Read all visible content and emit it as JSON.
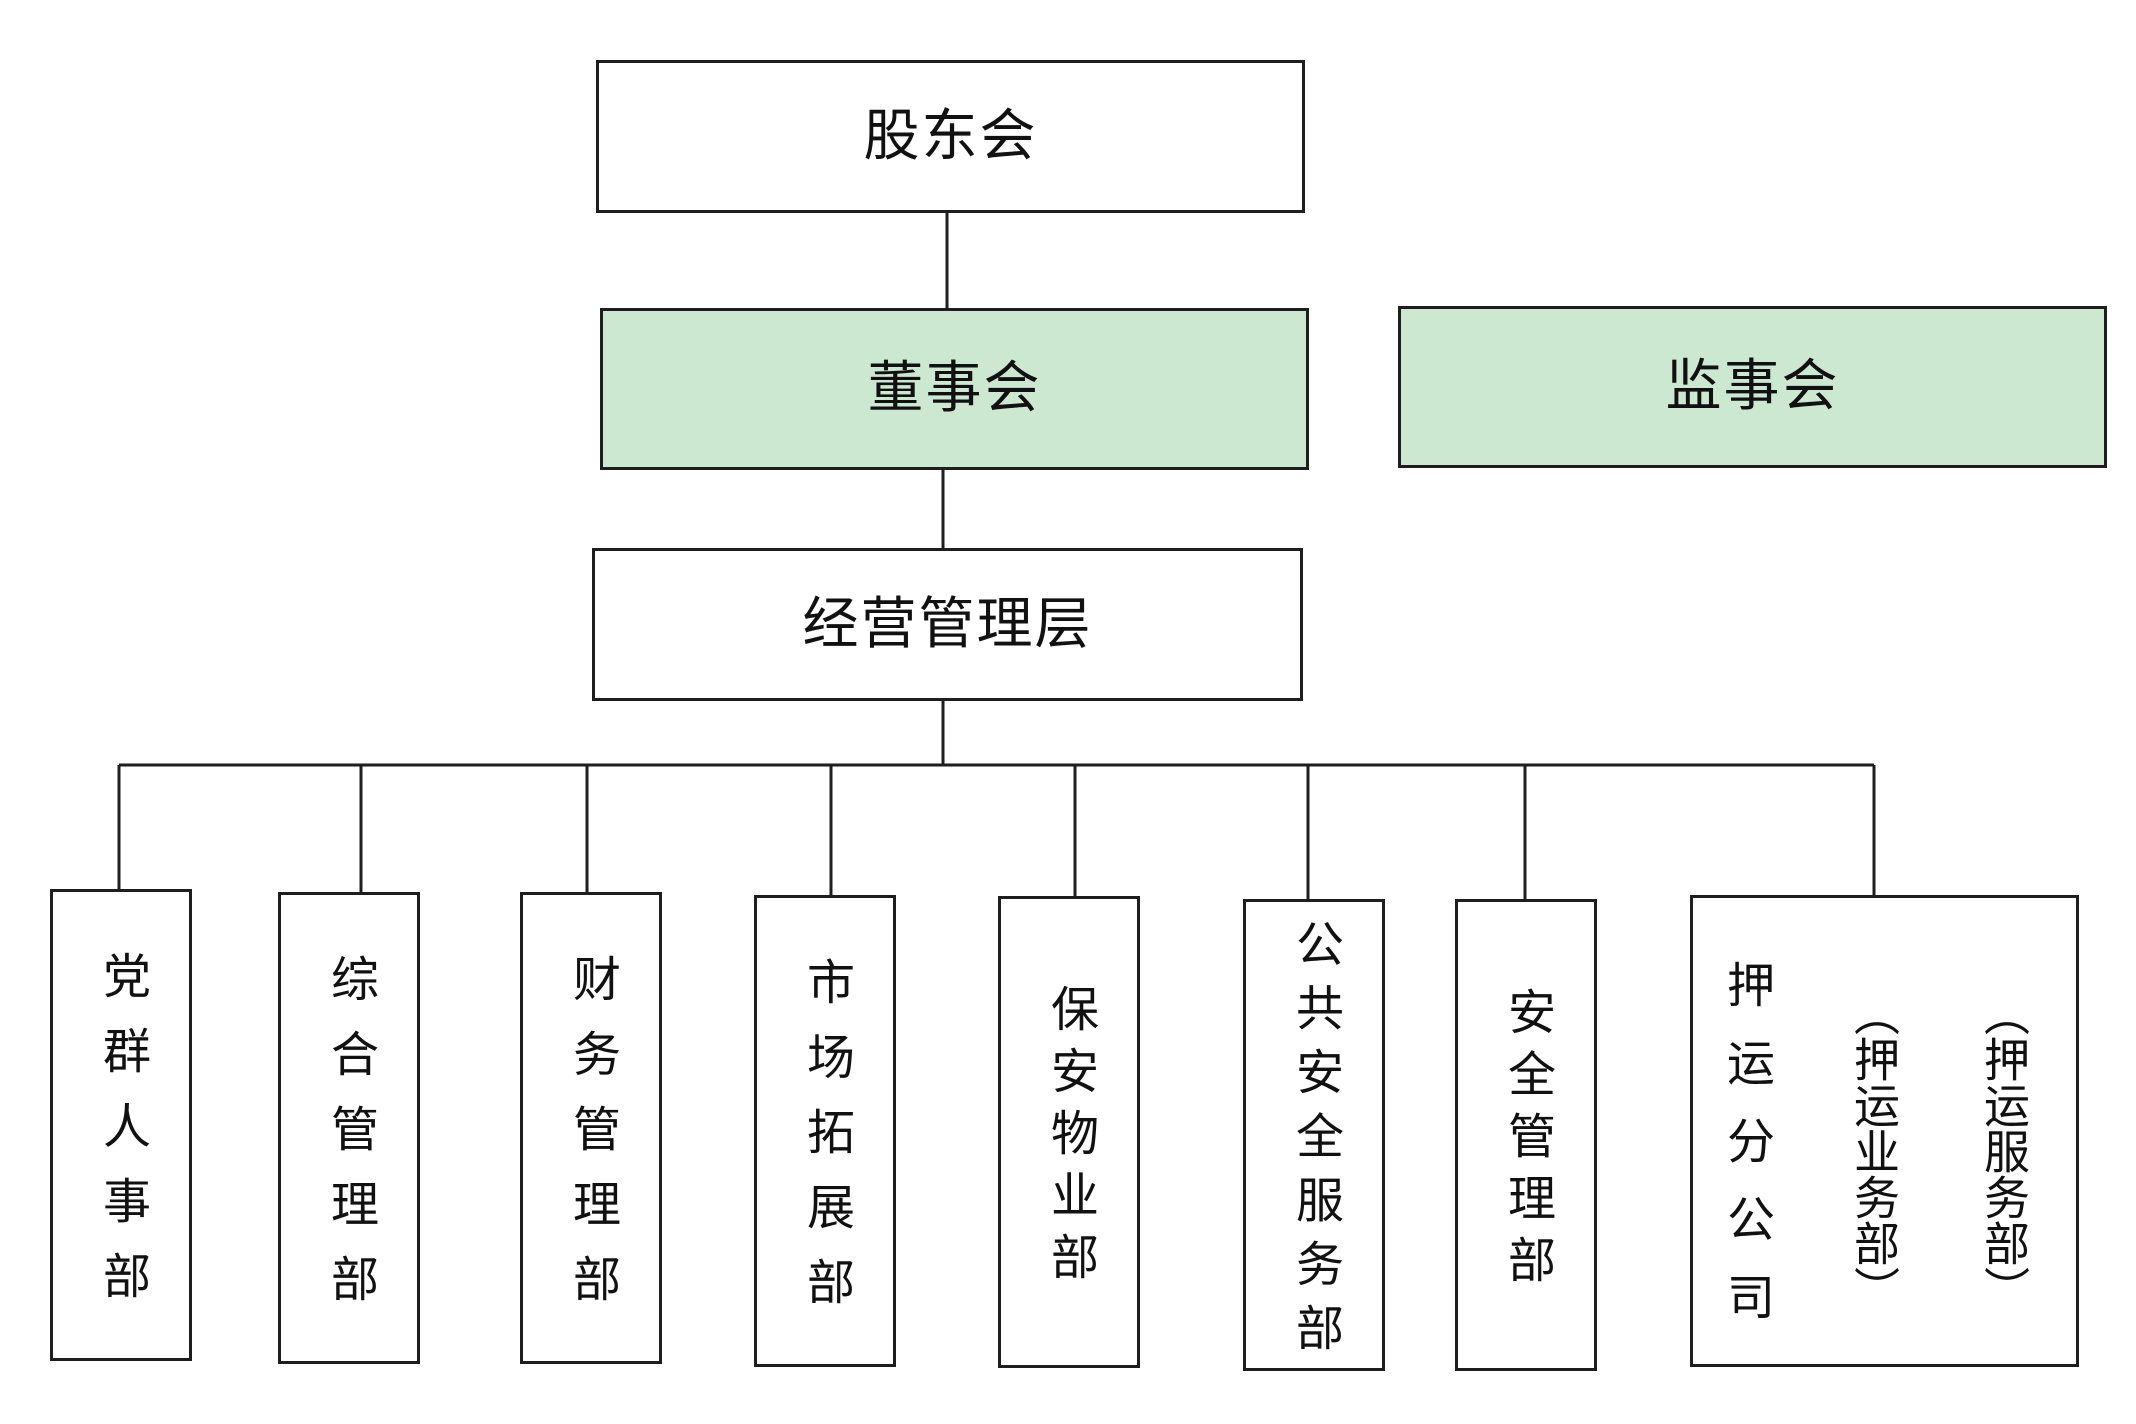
{
  "org_chart": {
    "shareholders": "股东会",
    "board": "董事会",
    "supervisors": "监事会",
    "management": "经营管理层",
    "departments": [
      "党群人事部",
      "综合管理部",
      "财务管理部",
      "市场拓展部",
      "保安物业部",
      "公共安全服务部",
      "安全管理部"
    ],
    "branch": {
      "name": "押运分公司",
      "sub_units": [
        "（押运业务部）",
        "（押运服务部）"
      ]
    }
  },
  "colors": {
    "border": "#1e1e1e",
    "highlight": "#cde8d1"
  }
}
